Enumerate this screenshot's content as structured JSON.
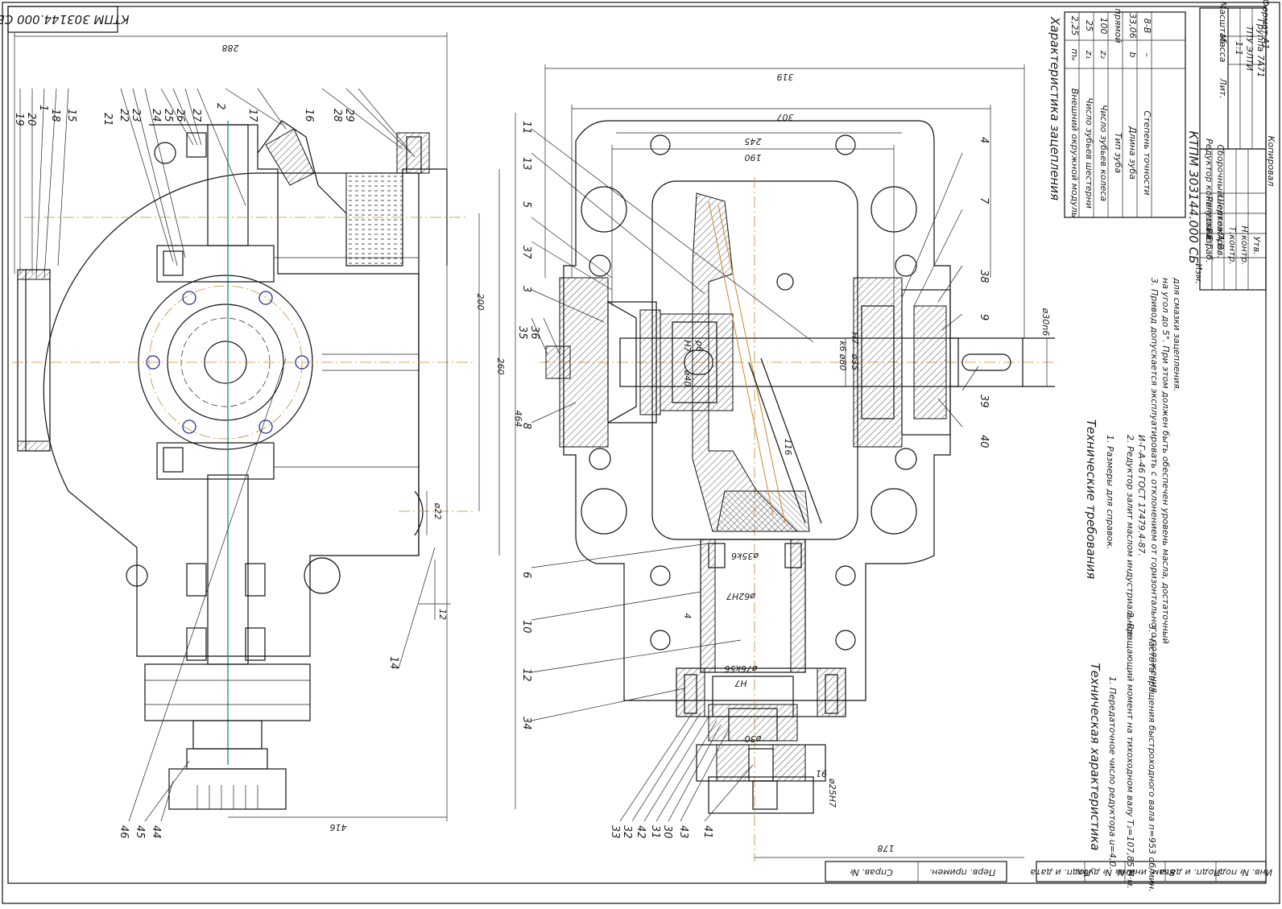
{
  "stamp_code": "КТПМ 303144.000 СБ",
  "dims": {
    "d288": "288",
    "d319": "319",
    "d307": "307",
    "d245": "245",
    "d190": "190",
    "d200": "200",
    "d260": "260",
    "d464": "464",
    "d416": "416",
    "d178": "178",
    "d12": "12",
    "d4": "4",
    "d116": "116",
    "d91": "91",
    "phi22": "ø22",
    "phi30": "ø30n6",
    "phi80": "ø80",
    "phi35": "ø35",
    "phi40": "ø40",
    "h7a": "H7",
    "h7b": "H7",
    "k6": "k6",
    "p6": "p6",
    "phi35k6": "ø35k6",
    "phi62": "ø62H7",
    "phi76": "ø76k56",
    "h7c": "H7",
    "phi30b": "ø30",
    "phi25": "ø25H7"
  },
  "positions": [
    "19",
    "20",
    "1",
    "18",
    "15",
    "21",
    "22",
    "23",
    "24",
    "25",
    "26",
    "27",
    "2",
    "17",
    "16",
    "28",
    "29",
    "11",
    "13",
    "5",
    "37",
    "3",
    "35",
    "36",
    "8",
    "4",
    "7",
    "38",
    "9",
    "39",
    "40",
    "6",
    "10",
    "12",
    "34",
    "14",
    "46",
    "45",
    "44",
    "33",
    "32",
    "42",
    "31",
    "30",
    "43",
    "41"
  ],
  "engagement_table": {
    "title": "Характеристика зацепления",
    "rows": [
      {
        "name": "Внешний окружной модуль",
        "sym": "mₑ",
        "val": "2,25"
      },
      {
        "name": "Число зубьев шестерни",
        "sym": "z₁",
        "val": "25"
      },
      {
        "name": "Число зубьев колеса",
        "sym": "z₂",
        "val": "100"
      },
      {
        "name": "Тип зуба",
        "sym": "",
        "val": "прямой"
      },
      {
        "name": "Длина зуба",
        "sym": "b",
        "val": "33,06"
      },
      {
        "name": "Степень точности",
        "sym": "–",
        "val": "8-В"
      }
    ]
  },
  "tech_requirements": {
    "title": "Технические требования",
    "items": [
      "1. Размеры для справок.",
      "2. Редуктор залит маслом индустриальное",
      "И-Г-А-46 ГОСТ 17479.4-87.",
      "3. Привод допускается эксплуатировать с отклонением от горизонтального положения",
      "на угол до 5°. При этом должен быть обеспечен уровень масла, достаточный",
      "для смазки зацепления."
    ]
  },
  "tech_spec": {
    "title": "Техническая характеристика",
    "items": [
      "1. Передаточное число редуктора u=4,0.",
      "2. Вращающий момент на тихоходном валу T₂=107,85 Н·м.",
      "3. Частота вращения быстроходного вала n=953 об/мин."
    ]
  },
  "title_block": {
    "code": "КТПМ 303144.000 СБ",
    "name1": "Редуктор конический",
    "name2": "Сборочный чертеж",
    "org1": "ТПУ ЭЛТИ",
    "org2": "Группа 7А71",
    "scale": "1:1",
    "sheet": "Лист",
    "sheets": "Листов",
    "lit": "Лит.",
    "mass": "Масса",
    "masshtab": "Масштаб",
    "format": "Формат А1",
    "copied": "Копировал",
    "razrab": "Разраб.",
    "prov": "Пров.",
    "tkontr": "Т.контр.",
    "nkontr": "Н.контр.",
    "utv": "Утв.",
    "izm": "Изм.",
    "list": "Лист",
    "ndok": "№ докум.",
    "podp": "Подп.",
    "data": "Дата",
    "author1": "Регузов Е.Г.",
    "author2": "Шелков А.В."
  },
  "side_columns": [
    "Инв. № подл.",
    "Подп. и дата",
    "Взам. инв. №",
    "Инв. № дубл.",
    "Подп. и дата"
  ],
  "left_stamps": [
    "Справ. №",
    "Перв. примен."
  ]
}
